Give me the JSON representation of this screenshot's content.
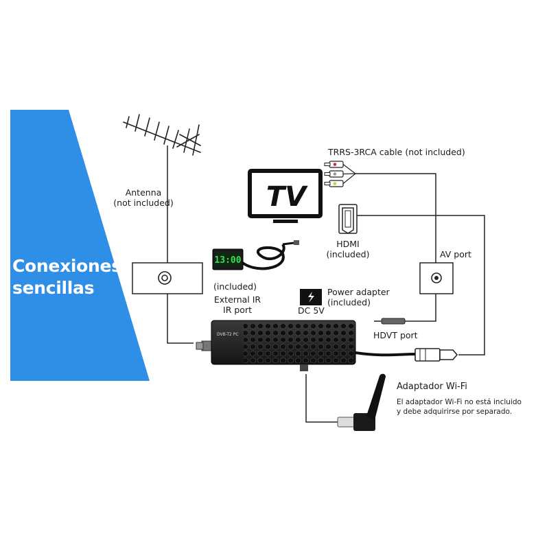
{
  "banner": {
    "title_line1": "Conexiones",
    "title_line2": "sencillas",
    "color": "#2f8fe6"
  },
  "antenna": {
    "label_line1": "Antenna",
    "label_line2": "(not included)"
  },
  "tv": {
    "label": "TV"
  },
  "cable": {
    "label": "TRRS-3RCA cable (not included)"
  },
  "hdmi": {
    "label_line1": "HDMI",
    "label_line2": "(included)"
  },
  "av_port": {
    "label": "AV port"
  },
  "ir_sensor": {
    "label": "(included)",
    "port_line1": "External IR",
    "port_line2": "IR port",
    "display_text": "13:00"
  },
  "power": {
    "label_line1": "Power adapter",
    "label_line2": "(included)",
    "voltage": "DC 5V"
  },
  "hdvt": {
    "label": "HDVT port"
  },
  "receiver": {
    "brand_text": "DVB-T2 PC"
  },
  "wifi": {
    "heading": "Adaptador Wi-Fi",
    "note_line1": "El adaptador Wi-Fi no está incluido",
    "note_line2": "y debe adquirirse por separado."
  }
}
